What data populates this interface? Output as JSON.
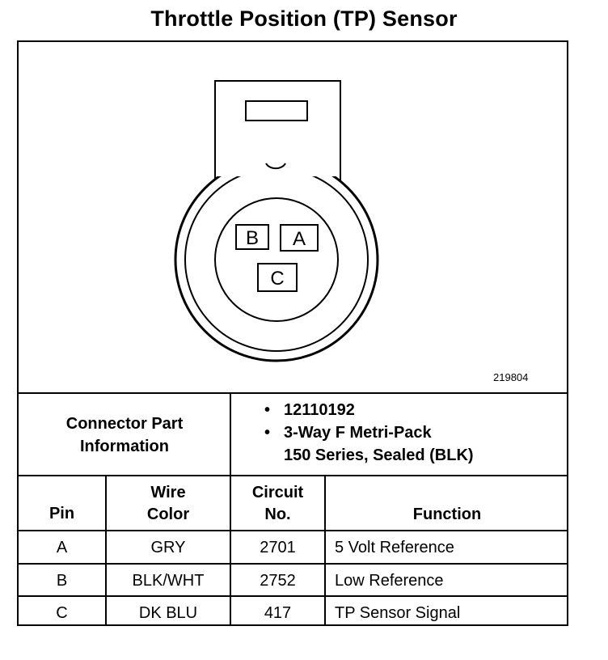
{
  "title": "Throttle Position (TP) Sensor",
  "figure_number": "219804",
  "connector": {
    "pin_labels": [
      "B",
      "A",
      "C"
    ]
  },
  "connector_info": {
    "label_line1": "Connector Part",
    "label_line2": "Information",
    "items": [
      "12110192",
      "3-Way F Metri-Pack",
      "150 Series, Sealed (BLK)"
    ],
    "bullet": "•"
  },
  "table": {
    "headers": {
      "pin": "Pin",
      "wire_color_line1": "Wire",
      "wire_color_line2": "Color",
      "circuit_line1": "Circuit",
      "circuit_line2": "No.",
      "function": "Function"
    },
    "rows": [
      {
        "pin": "A",
        "wire_color": "GRY",
        "circuit": "2701",
        "function": "5 Volt Reference"
      },
      {
        "pin": "B",
        "wire_color": "BLK/WHT",
        "circuit": "2752",
        "function": "Low Reference"
      },
      {
        "pin": "C",
        "wire_color": "DK BLU",
        "circuit": "417",
        "function": "TP Sensor Signal"
      }
    ]
  }
}
